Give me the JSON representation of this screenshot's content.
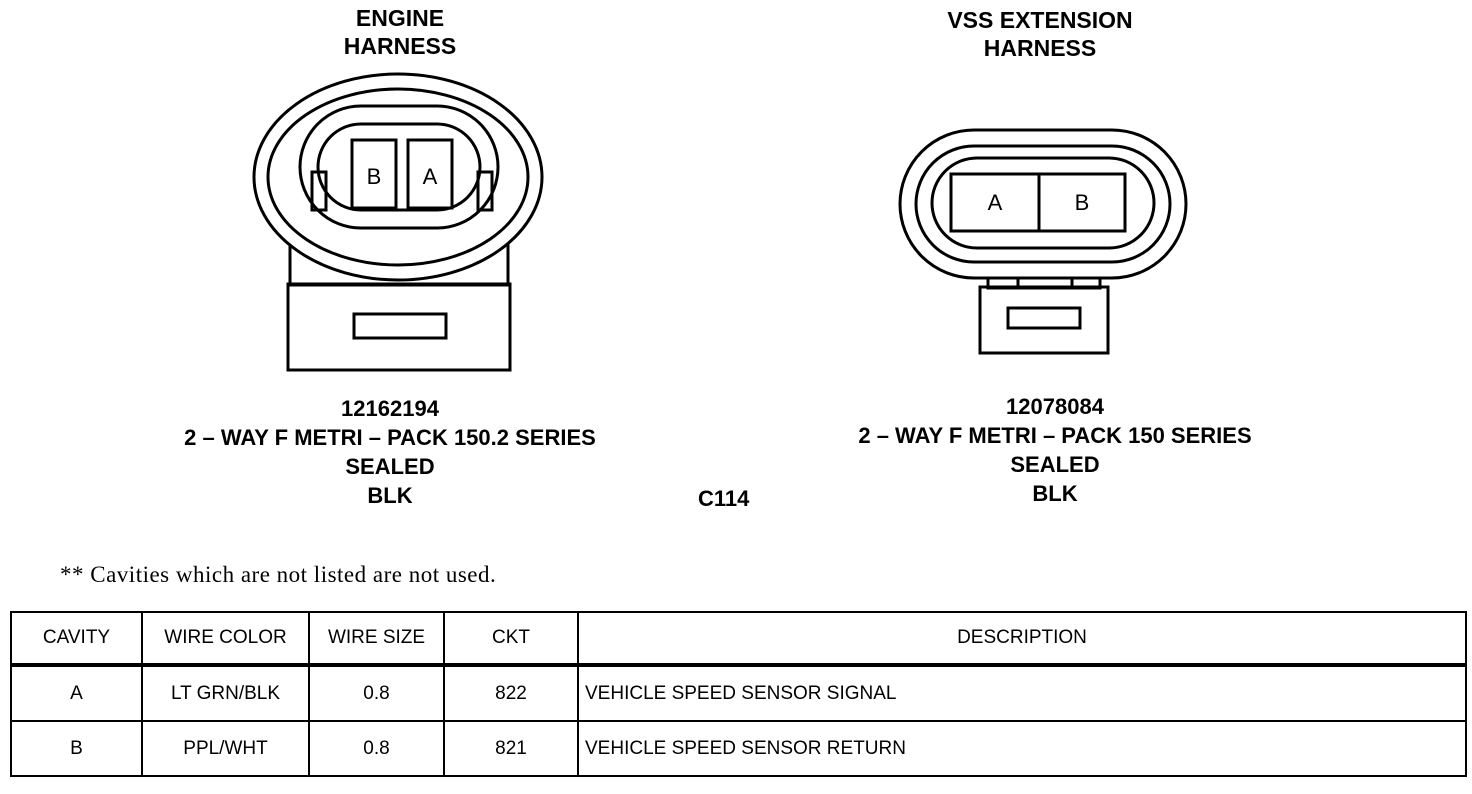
{
  "connectors": [
    {
      "title_lines": [
        "ENGINE",
        "HARNESS"
      ],
      "part_number": "12162194",
      "series": "2 – WAY F METRI – PACK 150.2 SERIES",
      "type": "SEALED",
      "color": "BLK",
      "cavities": [
        "B",
        "A"
      ]
    },
    {
      "title_lines": [
        "VSS EXTENSION",
        "HARNESS"
      ],
      "part_number": "12078084",
      "series": "2 – WAY F METRI – PACK 150 SERIES",
      "type": "SEALED",
      "color": "BLK",
      "cavities": [
        "A",
        "B"
      ]
    }
  ],
  "connector_id": "C114",
  "note": "** Cavities which are not listed are not used.",
  "table": {
    "headers": [
      "CAVITY",
      "WIRE COLOR",
      "WIRE SIZE",
      "CKT",
      "DESCRIPTION"
    ],
    "rows": [
      [
        "A",
        "LT GRN/BLK",
        "0.8",
        "822",
        "VEHICLE SPEED SENSOR SIGNAL"
      ],
      [
        "B",
        "PPL/WHT",
        "0.8",
        "821",
        "VEHICLE SPEED SENSOR RETURN"
      ]
    ]
  }
}
